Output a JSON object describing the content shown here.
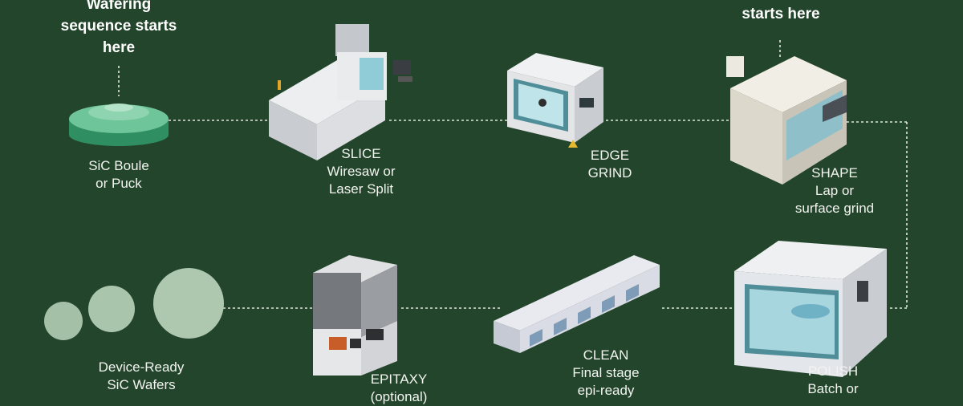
{
  "start_left": [
    "Wafering",
    "sequence starts",
    "here"
  ],
  "start_right": [
    "starts here"
  ],
  "steps": {
    "boule": [
      "SiC Boule",
      "or Puck"
    ],
    "slice": [
      "SLICE",
      "Wiresaw or",
      "Laser Split"
    ],
    "edge": [
      "EDGE",
      "GRIND"
    ],
    "shape": [
      "SHAPE",
      "Lap or",
      "surface grind"
    ],
    "wafers": [
      "Device-Ready",
      "SiC Wafers"
    ],
    "epitaxy": [
      "EPITAXY",
      "(optional)"
    ],
    "clean": [
      "CLEAN",
      "Final stage",
      "epi-ready"
    ],
    "polish": [
      "POLISH",
      "Batch or"
    ]
  },
  "colors": {
    "background": "#23452b",
    "connector": "#dfe6df",
    "machine": "#e4e5e7",
    "accent": "#5fb4c4"
  }
}
